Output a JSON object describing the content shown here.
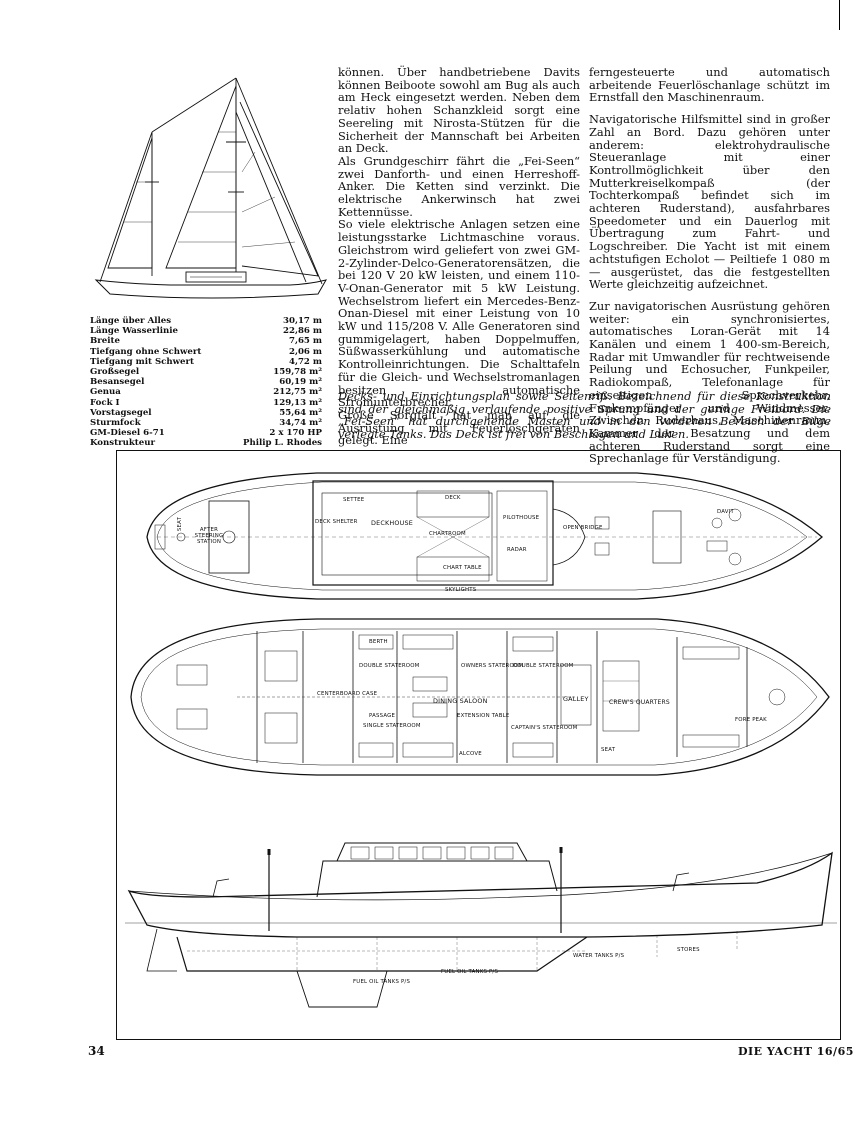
{
  "specs": [
    {
      "label": "Länge über Alles",
      "value": "30,17 m"
    },
    {
      "label": "Länge Wasserlinie",
      "value": "22,86 m"
    },
    {
      "label": "Breite",
      "value": "7,65 m"
    },
    {
      "label": "Tiefgang ohne Schwert",
      "value": "2,06 m"
    },
    {
      "label": "Tiefgang mit Schwert",
      "value": "4,72 m"
    },
    {
      "label": "Großsegel",
      "value": "159,78 m²"
    },
    {
      "label": "Besansegel",
      "value": "60,19 m²"
    },
    {
      "label": "Genua",
      "value": "212,75 m²"
    },
    {
      "label": "Fock I",
      "value": "129,13 m²"
    },
    {
      "label": "Vorstagsegel",
      "value": "55,64 m²"
    },
    {
      "label": "Sturmfock",
      "value": "34,74 m²"
    },
    {
      "label": "GM-Diesel 6-71",
      "value": "2 x 170 HP"
    },
    {
      "label": "Konstrukteur",
      "value": "Philip L. Rhodes"
    }
  ],
  "column2": [
    "können. Über handbetriebene Davits können Beiboote sowohl am Bug als auch am Heck eingesetzt werden. Neben dem relativ hohen Schanzkleid sorgt eine Seereling mit Nirosta-Stützen für die Sicherheit der Mannschaft bei Arbeiten an Deck.",
    "Als Grundgeschirr fährt die „Fei-Seen“ zwei Danforth- und einen Herreshoff-Anker. Die Ketten sind verzinkt. Die elektrische Ankerwinsch hat zwei Kettennüsse.",
    "So viele elektrische Anlagen setzen eine leistungsstarke Lichtmaschine voraus. Gleichstrom wird geliefert von zwei GM-2-Zylinder-Delco-Generatorensätzen, die bei 120 V 20 kW leisten, und einem 110-V-Onan-Generator mit 5 kW Leistung. Wechselstrom liefert ein Mercedes-Benz-Onan-Diesel mit einer Leistung von 10 kW und 115/208 V. Alle Generatoren sind gummigelagert, haben Doppelmuffen, Süßwasserkühlung und automatische Kontrolleinrichtungen. Die Schalttafeln für die Gleich- und Wechselstromanlagen besitzen automatische Stromunterbrecher.",
    "Große Sorgfalt hat man auf die Ausrüstung mit Feuerlöschgeräten gelegt. Eine"
  ],
  "column3": [
    "ferngesteuerte und automatisch arbeitende Feuerlöschanlage schützt im Ernstfall den Maschinenraum.",
    "Navigatorische Hilfsmittel sind in großer Zahl an Bord. Dazu gehören unter anderem: elektrohydraulische Steueranlage mit einer Kontrollmöglichkeit über den Mutterkreiselkompaß (der Tochterkompaß befindet sich im achteren Ruderstand), ausfahrbares Speedometer und ein Dauerlog mit Übertragung zum Fahrt- und Logschreiber. Die Yacht ist mit einem achtstufigen Echolot — Peiltiefe 1 080 m — ausgerüstet, das die festgestellten Werte gleichzeitig aufzeichnet.",
    "Zur navigatorischen Ausrüstung gehören weiter: ein synchronisiertes, automatisches Loran-Gerät mit 14 Kanälen und einem 1 400-sm-Bereich, Radar mit Umwandler für rechtweisende Peilung und Echosucher, Funkpeiler, Radiokompaß, Telefonanlage für einseitigen Sprechverkehr, Funkempfänger und Windmesser. Zwischen Ruderhaus, Maschinenraum, Kammer der Besatzung und dem achteren Ruderstand sorgt eine Sprechanlage für Verständigung."
  ],
  "caption": "Decks- und Einrichtungsplan sowie Seitenriß. Bezeichnend für diese Konstruktion sind der gleichmäßig verlaufende positive Sprung und der geringe Freibord. Die „Fei-Seen“ hat durchgehende Masten und in den vorderen Bereich der Bilge verlegte Tanks. Das Deck ist frei von Beschlägen und Luken.",
  "deck_plan_labels": {
    "after_steering": "AFTER STEERING STATION",
    "deck_shelter": "DECK SHELTER",
    "deckhouse": "DECKHOUSE",
    "chartroom": "CHARTROOM",
    "chart_table": "CHART TABLE",
    "open_bridge": "OPEN BRIDGE",
    "settee": "SETTEE",
    "seat": "SEAT",
    "deck": "DECK",
    "pilot_house": "PILOTHOUSE",
    "radar": "RADAR",
    "skylights": "SKYLIGHTS",
    "davit": "DAVIT"
  },
  "accommodation_labels": {
    "double_stateroom": "DOUBLE STATEROOM",
    "owners_stateroom": "OWNERS STATEROOM",
    "double_stateroom_2": "DOUBLE STATEROOM",
    "dining_saloon": "DINING SALOON",
    "single_stateroom": "SINGLE STATEROOM",
    "captains_stateroom": "CAPTAIN'S STATEROOM",
    "galley": "GALLEY",
    "crews_quarters": "CREW'S QUARTERS",
    "fore_peak": "FORE PEAK",
    "berth": "BERTH",
    "passage": "PASSAGE",
    "alcove": "ALCOVE",
    "extension_table": "EXTENSION TABLE",
    "seat": "SEAT",
    "centerboard_case": "CENTERBOARD CASE"
  },
  "profile_labels": {
    "fuel_tanks_p": "FUEL OIL TANKS P/S",
    "fuel_tanks_s": "FUEL OIL TANKS P/S",
    "water_tanks": "WATER TANKS P/S",
    "stores": "STORES"
  },
  "footer": {
    "page": "34",
    "magazine": "DIE YACHT 16/65"
  }
}
